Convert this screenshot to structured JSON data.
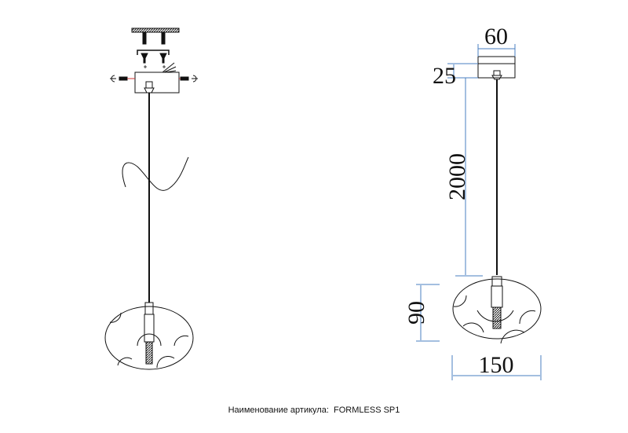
{
  "dimensions": {
    "canopy_width": "60",
    "canopy_height": "25",
    "cable_length": "2000",
    "shade_height": "90",
    "shade_width": "150"
  },
  "caption": {
    "label": "Наименование артикула:",
    "article": "FORMLESS SP1"
  },
  "colors": {
    "line": "#111111",
    "dimension": "#4a7fc1"
  }
}
